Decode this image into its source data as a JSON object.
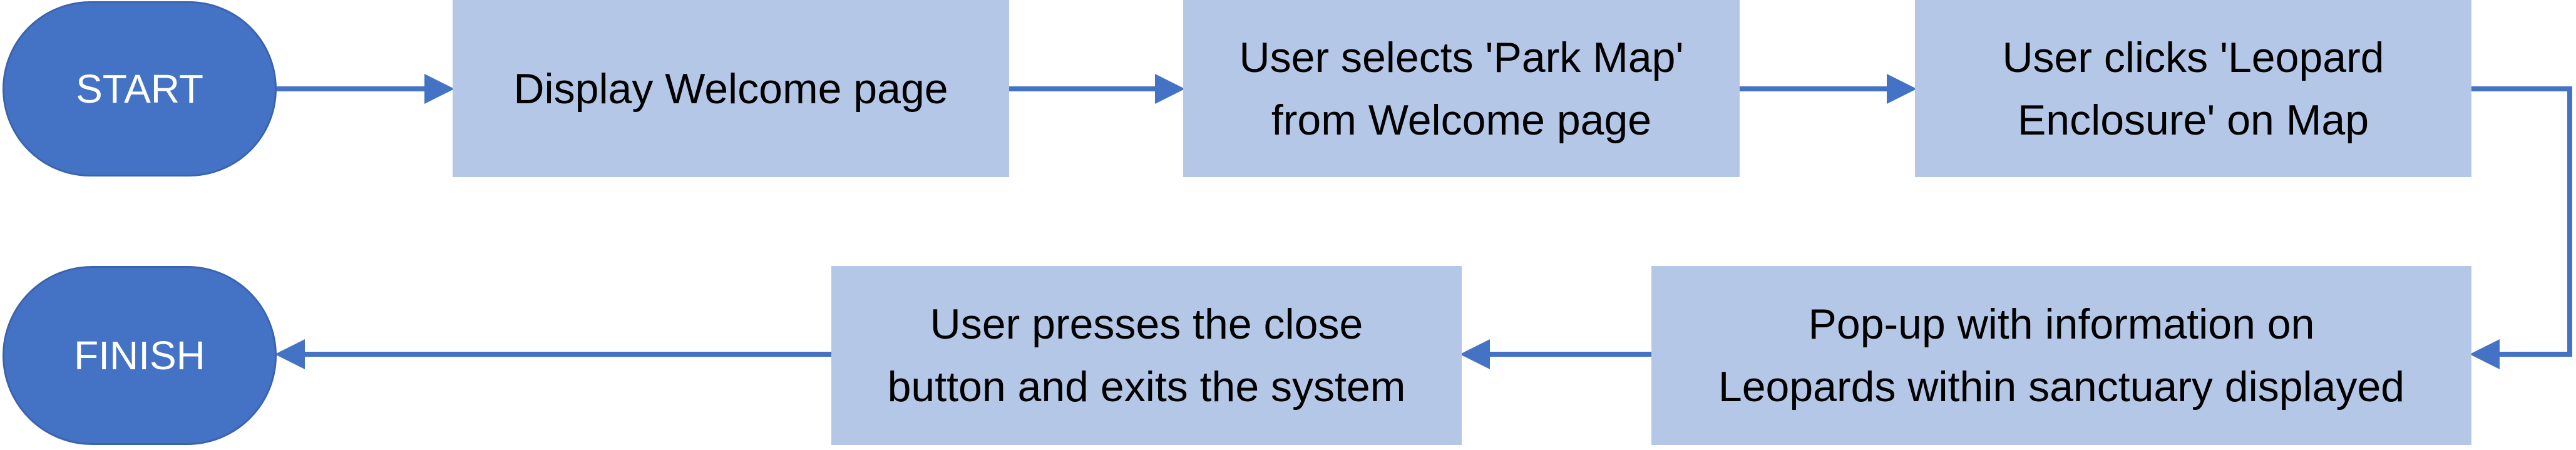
{
  "flowchart": {
    "start_label": "START",
    "finish_label": "FINISH",
    "steps": [
      {
        "label": "Display Welcome page"
      },
      {
        "label": "User selects 'Park Map'\nfrom Welcome page"
      },
      {
        "label": "User clicks 'Leopard\nEnclosure' on Map"
      },
      {
        "label": "Pop-up with information on\nLeopards within sanctuary displayed"
      },
      {
        "label": "User presses the close\nbutton and exits the system"
      }
    ]
  },
  "colors": {
    "terminal_fill": "#4472c4",
    "process_fill": "#b4c7e7",
    "connector": "#4472c4"
  }
}
